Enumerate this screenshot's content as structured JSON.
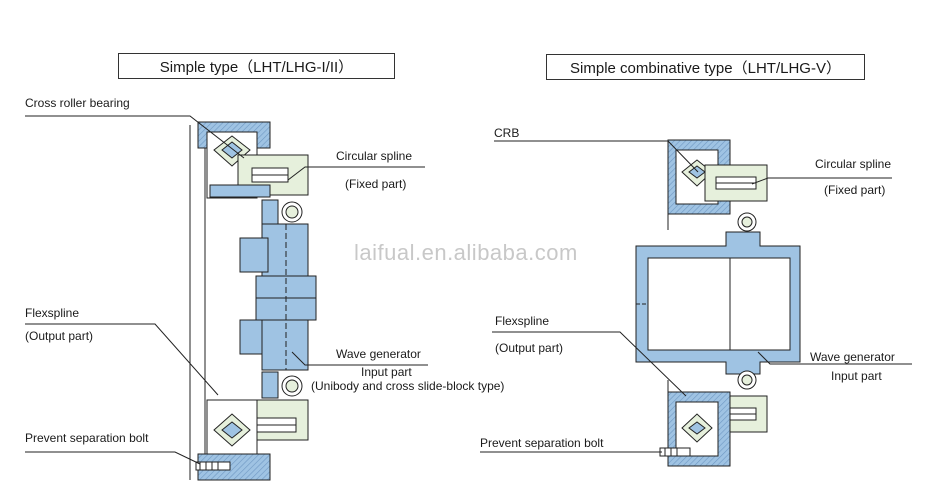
{
  "left": {
    "title": "Simple type（LHT/LHG-I/II）",
    "labels": {
      "cross_roller_bearing": "Cross roller bearing",
      "circular_spline": "Circular spline",
      "fixed_part": "(Fixed part)",
      "flexspline": "Flexspline",
      "output_part": "(Output part)",
      "wave_generator": "Wave generator",
      "input_part": "Input part",
      "unibody_note": "(Unibody and cross slide-block type)",
      "prevent_bolt": "Prevent separation bolt"
    }
  },
  "right": {
    "title": "Simple combinative type（LHT/LHG-V）",
    "labels": {
      "crb": "CRB",
      "circular_spline": "Circular spline",
      "fixed_part": "(Fixed part)",
      "flexspline": "Flexspline",
      "output_part": "(Output part)",
      "wave_generator": "Wave generator",
      "input_part": "Input part",
      "prevent_bolt": "Prevent separation bolt"
    }
  },
  "watermark": "laifual.en.alibaba.com",
  "colors": {
    "part_blue": "#9fc3e3",
    "part_green": "#e6f0dc",
    "line": "#222222",
    "hatch_blue": "#6f98c3"
  }
}
